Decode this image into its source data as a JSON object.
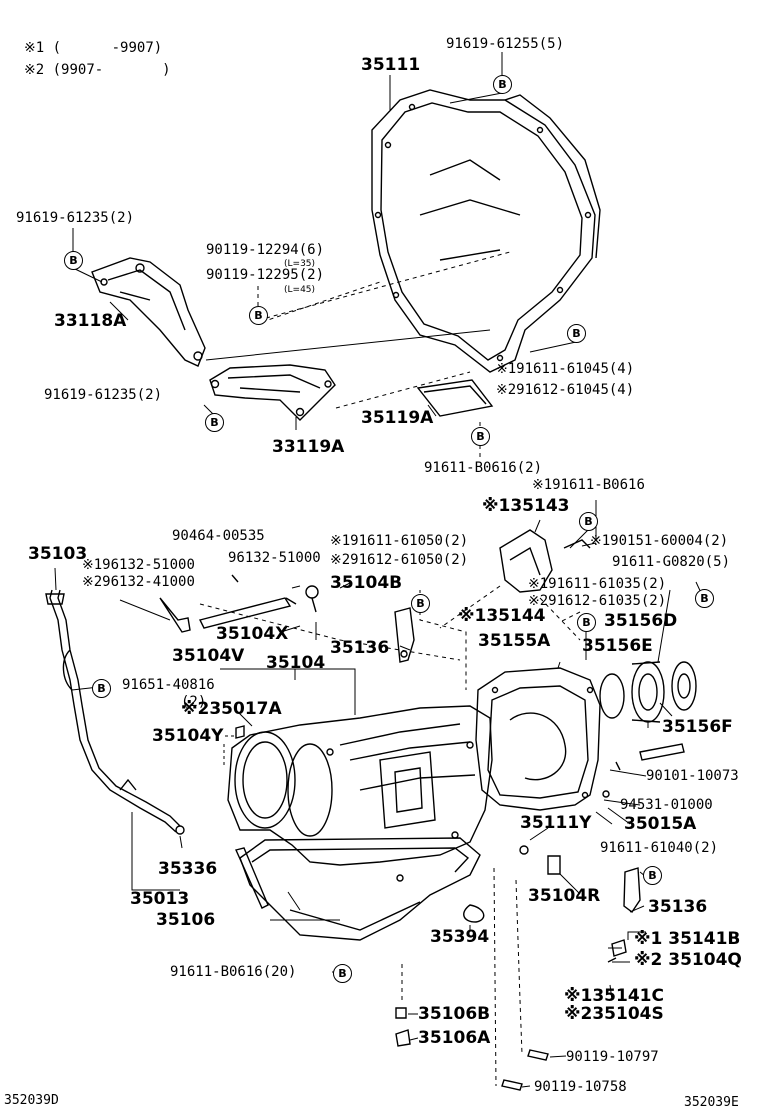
{
  "legend": {
    "line1_mark": "※1",
    "line1_range": "(      -9907)",
    "line2_mark": "※2",
    "line2_range": "(9907-       )"
  },
  "bolt_symbol": "B",
  "parts": {
    "p35111": "35111",
    "r91619_61255_5": "91619-61255(5)",
    "r91619_61235_2_top": "91619-61235(2)",
    "r90119_12294_6": "90119-12294(6)",
    "note_l35": "(L=35)",
    "r90119_12295_2": "90119-12295(2)",
    "note_l45": "(L=45)",
    "p33118A": "33118A",
    "r91611_61045_4": "※191611-61045(4)",
    "r91612_61045_4": "※291612-61045(4)",
    "r91619_61235_2_mid": "91619-61235(2)",
    "p35119A": "35119A",
    "p33119A": "33119A",
    "r91611_B0616_2": "91611-B0616(2)",
    "r91611_B0616_s1": "※191611-B0616",
    "p35143": "※135143",
    "r90464_00535": "90464-00535",
    "r91611_61050_2": "※191611-61050(2)",
    "r90151_60004_2": "※190151-60004(2)",
    "p35103": "35103",
    "r96132_51000_s1": "※196132-51000",
    "r96132_51000": "96132-51000",
    "r91612_61050_2": "※291612-61050(2)",
    "r91611_G0820_5": "91611-G0820(5)",
    "r96132_41000_s2": "※296132-41000",
    "p35104B": "35104B",
    "r91611_61035_2": "※191611-61035(2)",
    "r91612_61035_2": "※291612-61035(2)",
    "p35144": "※135144",
    "p35104X": "35104X",
    "p35156D": "35156D",
    "p35136_top": "35136",
    "p35155A": "35155A",
    "p35156E": "35156E",
    "p35104V": "35104V",
    "p35104": "35104",
    "r91651_40816": "91651-40816",
    "note_2": "(2)",
    "p35017A": "※235017A",
    "p35104Y": "35104Y",
    "p35156F": "35156F",
    "r90101_10073": "90101-10073",
    "r94531_01000": "94531-01000",
    "p35111Y": "35111Y",
    "p35015A": "35015A",
    "p35336": "35336",
    "r91611_61040_2": "91611-61040(2)",
    "p35013": "35013",
    "p35104R": "35104R",
    "p35136_bot": "35136",
    "p35106": "35106",
    "p35394": "35394",
    "p35141B": "※1 35141B",
    "p35104Q": "※2 35104Q",
    "r91611_B0616_20": "91611-B0616(20)",
    "p35141C": "※135141C",
    "p35104S": "※235104S",
    "p35106B": "35106B",
    "p35106A": "35106A",
    "r90119_10797": "90119-10797",
    "r90119_10758": "90119-10758"
  },
  "footer": {
    "left_code": "352039D",
    "right_code": "352039E"
  }
}
